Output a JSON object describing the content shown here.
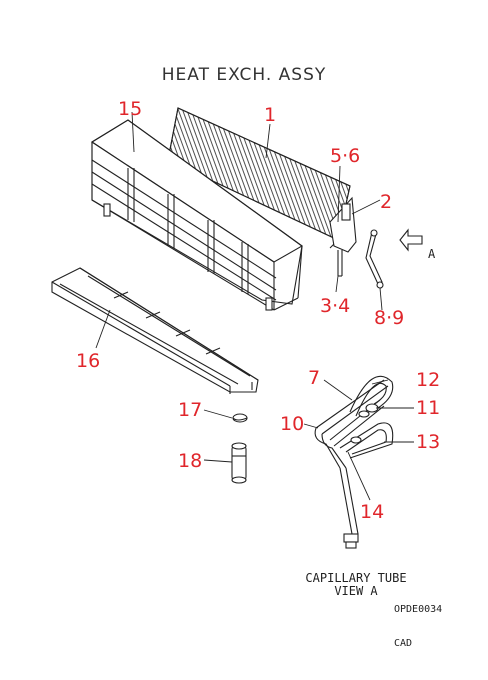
{
  "title": "HEAT EXCH. ASSY",
  "callouts": {
    "c1": "1",
    "c2": "2",
    "c34": "3·4",
    "c56": "5·6",
    "c7": "7",
    "c89": "8·9",
    "c10": "10",
    "c11": "11",
    "c12": "12",
    "c13": "13",
    "c14": "14",
    "c15": "15",
    "c16": "16",
    "c17": "17",
    "c18": "18"
  },
  "view_arrow_label": "A",
  "caption": {
    "line1": "CAPILLARY TUBE",
    "line2": "VIEW A"
  },
  "drawing_code": "OPDE0034",
  "footer": "CAD",
  "colors": {
    "callout": "#e0262b",
    "line": "#222222"
  }
}
